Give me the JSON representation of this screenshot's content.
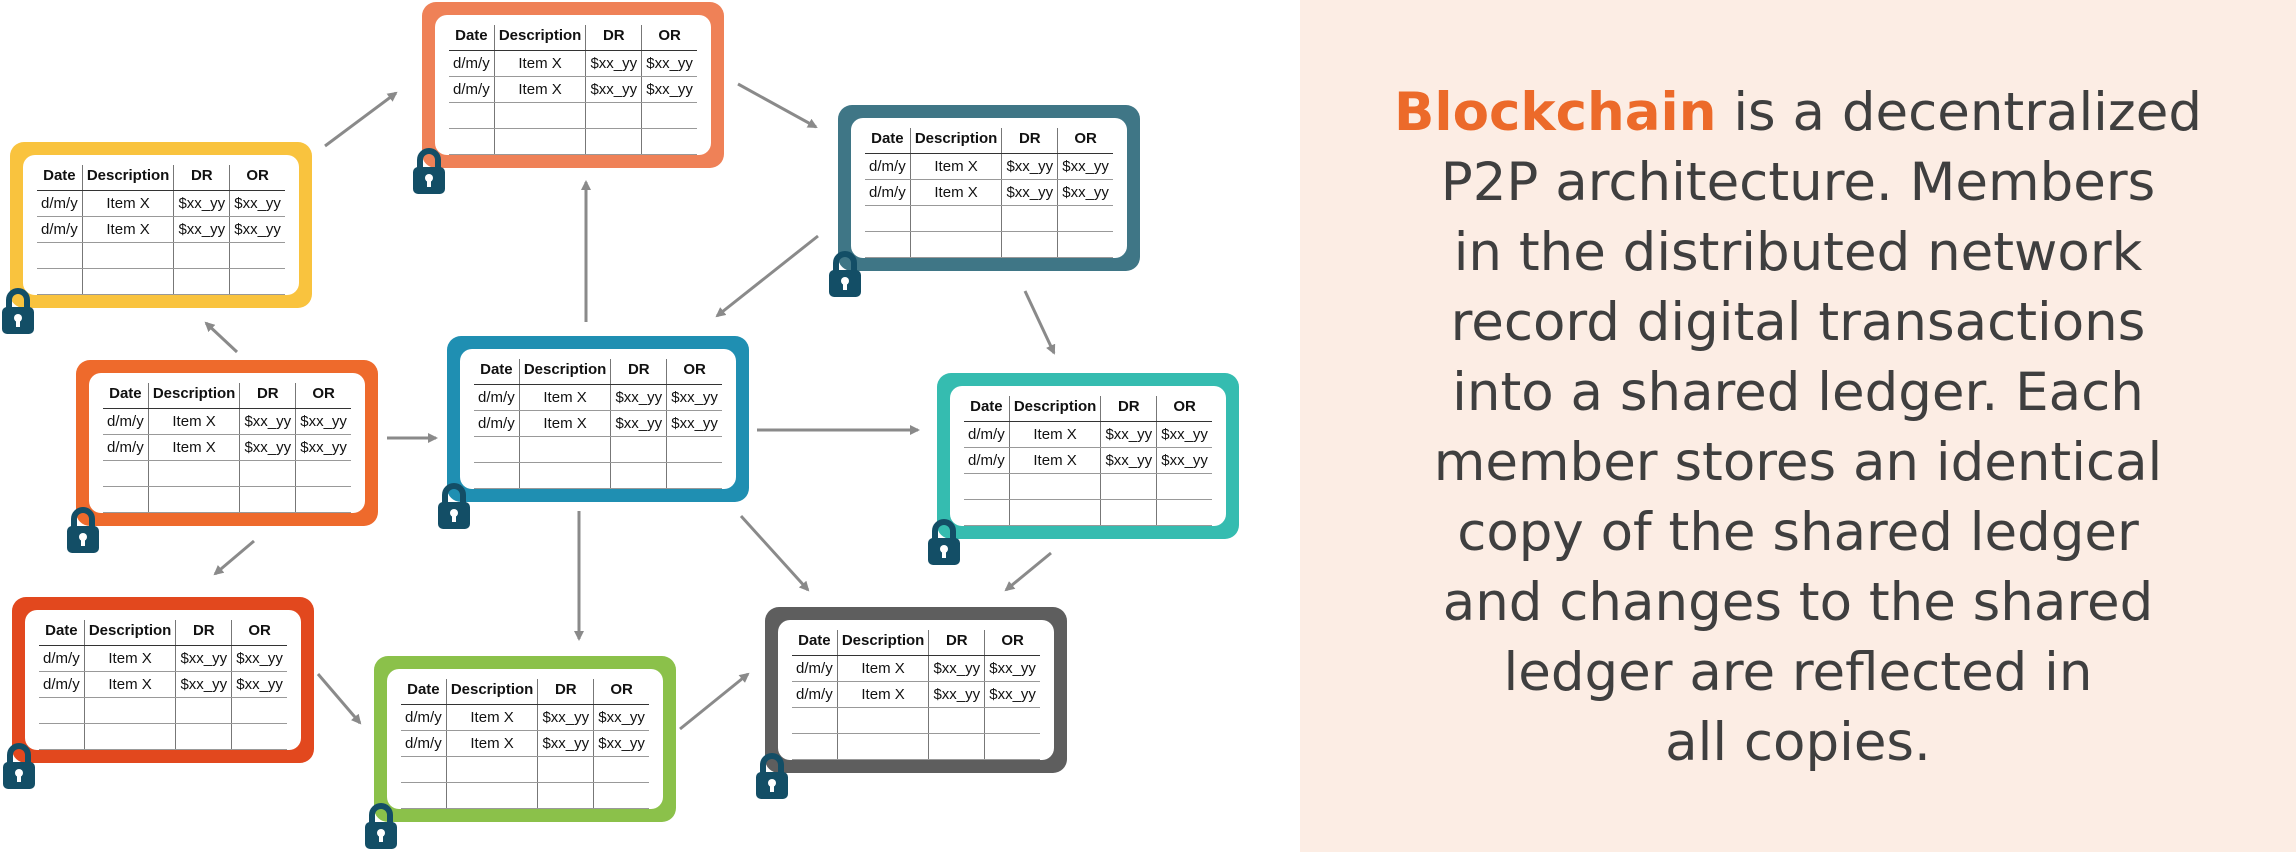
{
  "text_panel": {
    "highlight": "Blockchain",
    "lines": [
      "is a decentralized",
      "P2P architecture. Members",
      "in the distributed network",
      "record digital transactions",
      "into a shared ledger. Each",
      "member stores an identical",
      "copy of the shared ledger",
      "and changes to the shared",
      "ledger are reflected in",
      "all copies."
    ]
  },
  "ledger_table": {
    "headers": [
      "Date",
      "Description",
      "DR",
      "OR"
    ],
    "rows": [
      [
        "d/m/y",
        "Item X",
        "$xx_yy",
        "$xx_yy"
      ],
      [
        "d/m/y",
        "Item X",
        "$xx_yy",
        "$xx_yy"
      ],
      [
        "",
        "",
        "",
        ""
      ],
      [
        "",
        "",
        "",
        ""
      ]
    ]
  },
  "nodes": [
    {
      "id": "top",
      "color": "#ef8157"
    },
    {
      "id": "upper-left",
      "color": "#f9c33e"
    },
    {
      "id": "upper-right",
      "color": "#3f7686"
    },
    {
      "id": "middle-left",
      "color": "#ee6a2c"
    },
    {
      "id": "center",
      "color": "#1f8fb2"
    },
    {
      "id": "right",
      "color": "#35bcb0"
    },
    {
      "id": "lower-left",
      "color": "#e2481e"
    },
    {
      "id": "bottom",
      "color": "#8bc14a"
    },
    {
      "id": "lower-right",
      "color": "#5e5e5e"
    }
  ],
  "lock_color": "#134e66",
  "arrow_color": "#8a8a8a",
  "accent": "#ec6a2a"
}
